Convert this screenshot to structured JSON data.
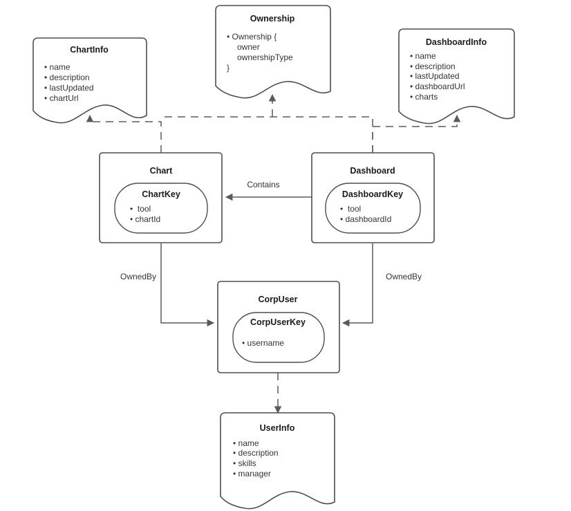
{
  "diagram": {
    "type": "entity-relationship",
    "background": "#ffffff",
    "stroke_color": "#4d4d4d",
    "text_color": "#333333",
    "nodes": [
      {
        "id": "chartinfo",
        "shape": "document",
        "title": "ChartInfo",
        "items": [
          "name",
          "description",
          "lastUpdated",
          "chartUrl"
        ]
      },
      {
        "id": "ownership",
        "shape": "document",
        "title": "Ownership",
        "items": [
          "Ownership {",
          "owner",
          "ownershipType",
          "}"
        ]
      },
      {
        "id": "dashboardinfo",
        "shape": "document",
        "title": "DashboardInfo",
        "items": [
          "name",
          "description",
          "lastUpdated",
          "dashboardUrl",
          "charts"
        ]
      },
      {
        "id": "chart",
        "shape": "rect",
        "title": "Chart",
        "key_title": "ChartKey",
        "key_items": [
          "tool",
          "chartId"
        ]
      },
      {
        "id": "dashboard",
        "shape": "rect",
        "title": "Dashboard",
        "key_title": "DashboardKey",
        "key_items": [
          "tool",
          "dashboardId"
        ]
      },
      {
        "id": "corpuser",
        "shape": "rect",
        "title": "CorpUser",
        "key_title": "CorpUserKey",
        "key_items": [
          "username"
        ]
      },
      {
        "id": "userinfo",
        "shape": "document",
        "title": "UserInfo",
        "items": [
          "name",
          "description",
          "skills",
          "manager"
        ]
      }
    ],
    "edges": [
      {
        "id": "contains",
        "label": "Contains",
        "from": "dashboard",
        "to": "chart",
        "style": "solid"
      },
      {
        "id": "owned-by-chart",
        "label": "OwnedBy",
        "from": "chart",
        "to": "corpuser",
        "style": "solid"
      },
      {
        "id": "owned-by-dashboard",
        "label": "OwnedBy",
        "from": "dashboard",
        "to": "corpuser",
        "style": "solid"
      },
      {
        "id": "chart-chartinfo",
        "label": "",
        "from": "chart",
        "to": "chartinfo",
        "style": "dashed"
      },
      {
        "id": "chart-ownership",
        "label": "",
        "from": "chart",
        "to": "ownership",
        "style": "dashed"
      },
      {
        "id": "dashboard-dashboardinfo",
        "label": "",
        "from": "dashboard",
        "to": "dashboardinfo",
        "style": "dashed"
      },
      {
        "id": "corpuser-userinfo",
        "label": "",
        "from": "corpuser",
        "to": "userinfo",
        "style": "dashed"
      }
    ]
  }
}
